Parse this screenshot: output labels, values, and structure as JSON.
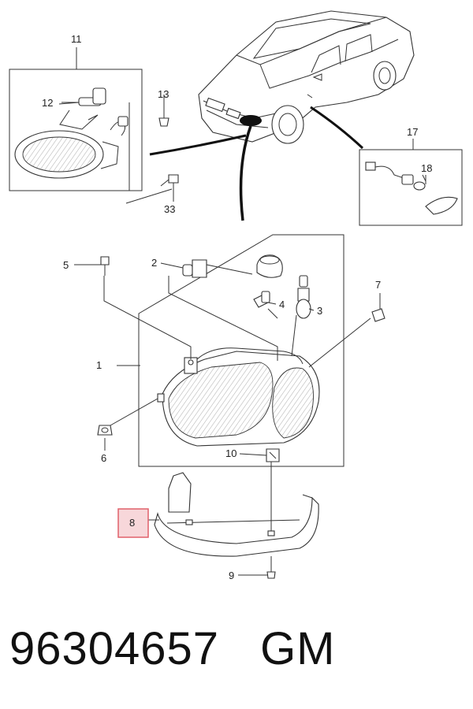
{
  "callouts": {
    "c1": "1",
    "c2": "2",
    "c3": "3",
    "c4": "4",
    "c5": "5",
    "c6": "6",
    "c7": "7",
    "c8": "8",
    "c9": "9",
    "c10": "10",
    "c11": "11",
    "c12": "12",
    "c13": "13",
    "c17": "17",
    "c18": "18",
    "c33": "33"
  },
  "highlight": {
    "callout": "8",
    "color": "#e0606a"
  },
  "footer": {
    "part_number": "96304657",
    "brand": "GM"
  }
}
